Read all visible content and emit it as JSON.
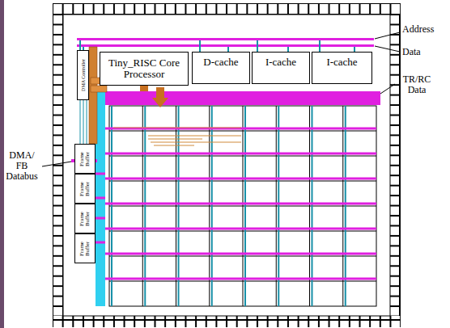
{
  "diagram": {
    "nodes": [
      {
        "text": [
          "Tiny_RISC Core Processor"
        ]
      },
      {
        "text": [
          "D-cache"
        ]
      },
      {
        "text": [
          "I-cache"
        ]
      },
      {
        "text": [
          "I-cache"
        ]
      },
      {
        "text": [
          "DMA Controller"
        ]
      },
      {
        "text": [
          "Frame Buffer"
        ]
      },
      {
        "text": [
          "Frame Buffer"
        ]
      },
      {
        "text": [
          "Frame Buffer"
        ]
      },
      {
        "text": [
          "Frame Buffer"
        ]
      }
    ],
    "labels": [
      "Address",
      "Data",
      "TR/RC Data",
      "DMA/ FB Databus"
    ]
  }
}
